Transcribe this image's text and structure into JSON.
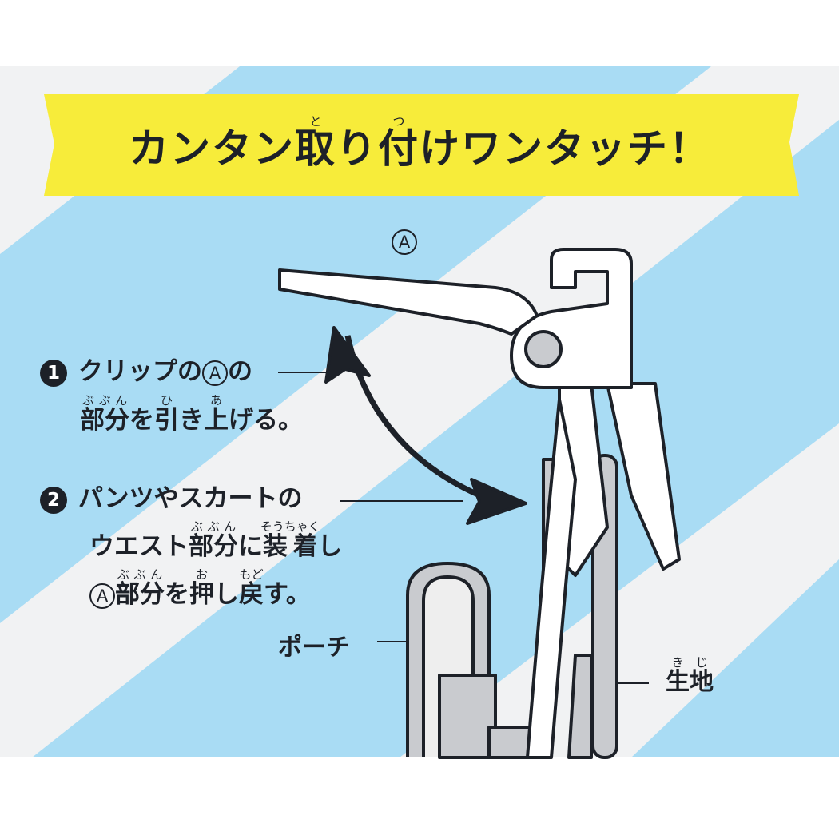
{
  "title": {
    "pre": "カンタン",
    "k1": "取",
    "k1_ruby": "と",
    "mid": "り",
    "k2": "付",
    "k2_ruby": "つ",
    "post": "けワンタッチ！"
  },
  "label_a": "A",
  "step1": {
    "number": "1",
    "line1_pre": "クリップの",
    "line1_post": "の",
    "line2": [
      {
        "t": "部分",
        "r": "ぶぶん"
      },
      {
        "t": "を"
      },
      {
        "t": "引",
        "r": "ひ"
      },
      {
        "t": "き"
      },
      {
        "t": "上",
        "r": "あ"
      },
      {
        "t": "げる。"
      }
    ]
  },
  "step2": {
    "number": "2",
    "line1": "パンツやスカートの",
    "line2": [
      {
        "t": "ウエスト"
      },
      {
        "t": "部分",
        "r": "ぶぶん"
      },
      {
        "t": "に"
      },
      {
        "t": "装着",
        "r": "そうちゃく"
      },
      {
        "t": "し"
      }
    ],
    "line3": [
      {
        "t": "部分",
        "r": "ぶぶん"
      },
      {
        "t": "を"
      },
      {
        "t": "押",
        "r": "お"
      },
      {
        "t": "し"
      },
      {
        "t": "戻",
        "r": "もど"
      },
      {
        "t": "す。"
      }
    ]
  },
  "pouch_label": "ポーチ",
  "fabric_label": {
    "text": "生地",
    "ruby": "きじ"
  },
  "colors": {
    "stripe": "#a9dcf4",
    "banner": "#f7ec3a",
    "ink": "#1d2128",
    "clip_gray": "#c9cbcf"
  }
}
